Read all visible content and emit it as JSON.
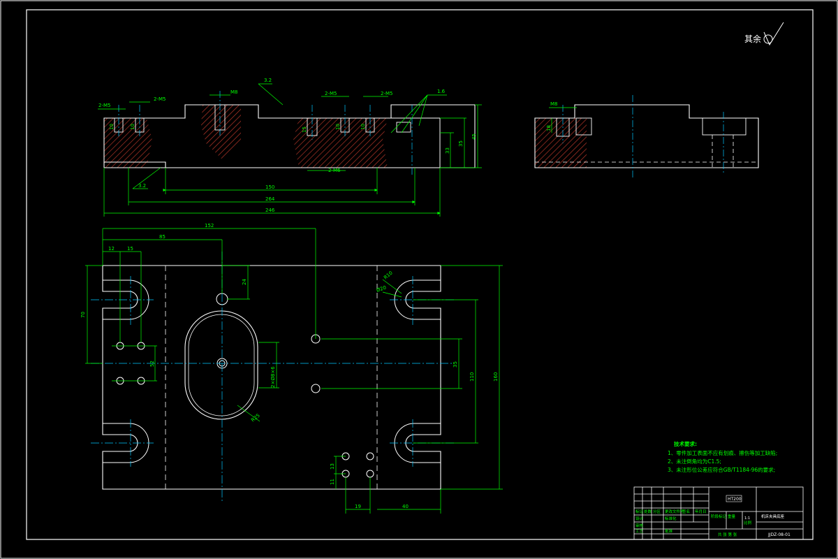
{
  "colors": {
    "background": "#000000",
    "outline": "#ffffff",
    "dimension": "#00ff00",
    "centerline": "#00c8ff",
    "hatch": "#c0392b"
  },
  "roughness_note": "其余",
  "front_view": {
    "callouts": {
      "top_left_holes": "2-M5",
      "left_thread": "2-M5",
      "center_hole": "M8",
      "mid_holes_a": "2-M5",
      "mid_holes_b": "2-M5",
      "bottom_thread": "2-M6"
    },
    "roughness": [
      "3.2",
      "1.6",
      "3.2"
    ],
    "heights": {
      "h1": "35",
      "h2": "45",
      "h3": "33",
      "h4": "15",
      "h5": "10",
      "h6": "10",
      "h7": "10",
      "h8": "10"
    },
    "widths": {
      "w1": "150",
      "w2": "264",
      "w3": "246"
    }
  },
  "side_view": {
    "callout": "M8",
    "height": "18"
  },
  "plan_view": {
    "dims": {
      "top": "152",
      "d85": "85",
      "d12": "12",
      "d15": "15",
      "d70": "70",
      "d24": "24",
      "d52": "52",
      "d35": "35",
      "d110": "110",
      "d160": "160",
      "d13": "13",
      "d11": "11",
      "d19": "19",
      "d40": "40"
    },
    "hole_labels": {
      "slot_r": "R10",
      "slot_d": "Ø20",
      "oval": "2×Ø8×6",
      "oval_r": "R25"
    }
  },
  "tech_requirements": {
    "title": "技术要求:",
    "items": [
      "1、零件加工表面不应有划痕、擦伤等加工缺陷;",
      "2、未注倒角均为C1.5;",
      "3、未注形位公差应符合GB/T1184-96的要求;"
    ]
  },
  "title_block": {
    "material": "HT200",
    "name": "机床夹具底座",
    "code": "JJDZ-08-01",
    "scale": "1:1",
    "cells": [
      "标记",
      "处数",
      "分区",
      "更改文件号",
      "签名",
      "年月日",
      "设计",
      "标准化",
      "阶段标记",
      "重量",
      "比例",
      "审核",
      "工艺",
      "批准",
      "共 张 第 张"
    ]
  }
}
